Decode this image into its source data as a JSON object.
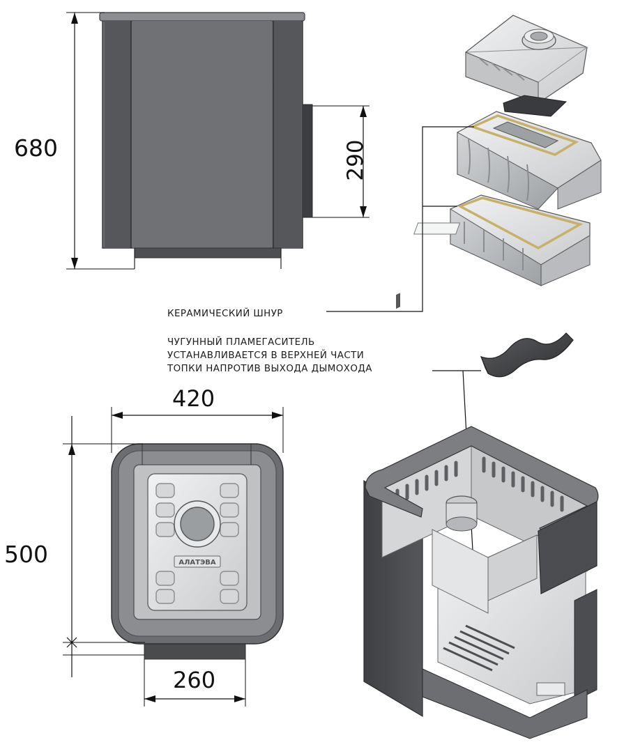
{
  "dimensions": {
    "height_total": "680",
    "chimney_height": "290",
    "width_total": "420",
    "depth_total": "500",
    "door_width": "260"
  },
  "callouts": {
    "ceramic_cord": "КЕРАМИЧЕСКИЙ ШНУР",
    "flame_diffuser": [
      "ЧУГУННЫЙ ПЛАМЕГАСИТЕЛЬ",
      "УСТАНАВЛИВАЕТСЯ В ВЕРХНЕЙ ЧАСТИ",
      "ТОПКИ НАПРОТИВ ВЫХОДА ДЫМОХОДА"
    ]
  },
  "brand_plate": "АЛАТЭВА",
  "colors": {
    "steel_dark": "#4a4b4d",
    "steel_mid": "#6e7073",
    "cast_iron_light": "#e6e7e8",
    "ceramic_cord": "#c8b068"
  }
}
